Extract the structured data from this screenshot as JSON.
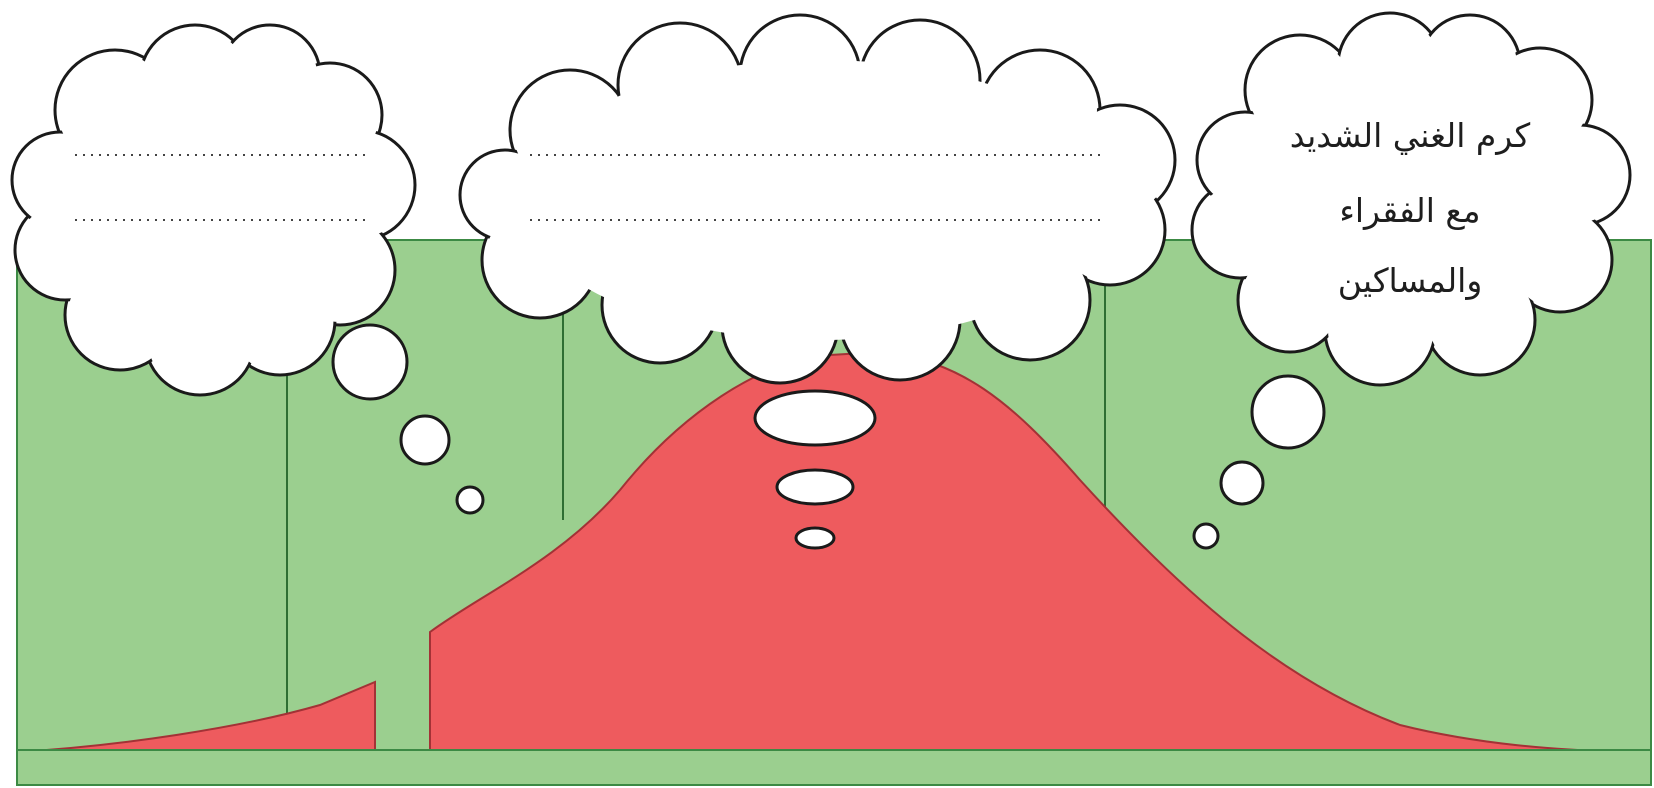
{
  "colors": {
    "panel_fill": "#9bcf8f",
    "panel_stroke": "#3c8a44",
    "divider": "#2f6e33",
    "curve_fill": "#ee5b5e",
    "curve_stroke": "#a33236",
    "bubble_fill": "#ffffff",
    "bubble_stroke": "#1a1a1a"
  },
  "thought_clouds": {
    "left": {
      "lines": [
        "",
        ""
      ]
    },
    "middle": {
      "lines": [
        "",
        ""
      ]
    },
    "right": {
      "lines": [
        "كرم الغني الشديد",
        "مع الفقراء",
        "والمساكين"
      ]
    }
  }
}
